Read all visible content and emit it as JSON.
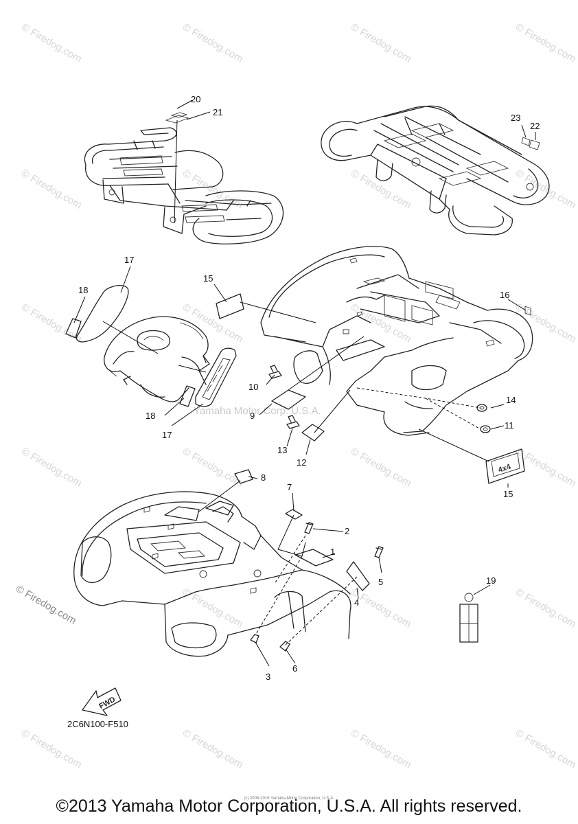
{
  "watermark": {
    "text": "Firedog.com",
    "copyright_mark": "©"
  },
  "inner_watermark": "Yamaha Motor Corp. U.S.A.",
  "callouts": {
    "n1": "1",
    "n2": "2",
    "n3": "3",
    "n4": "4",
    "n5": "5",
    "n6": "6",
    "n7": "7",
    "n8": "8",
    "n9": "9",
    "n10": "10",
    "n11": "11",
    "n12": "12",
    "n13": "13",
    "n14": "14",
    "n15a": "15",
    "n15b": "15",
    "n16": "16",
    "n17a": "17",
    "n17b": "17",
    "n18a": "18",
    "n18b": "18",
    "n19": "19",
    "n20": "20",
    "n21": "21",
    "n22": "22",
    "n23": "23"
  },
  "fwd_label": "FWD",
  "diagram_code": "2C6N100-F510",
  "copyright": "©2013 Yamaha Motor Corporation, U.S.A. All rights reserved.",
  "copyright_tiny": "(c) 2005-2016 Yamaha Motor Corporation, U.S.A."
}
